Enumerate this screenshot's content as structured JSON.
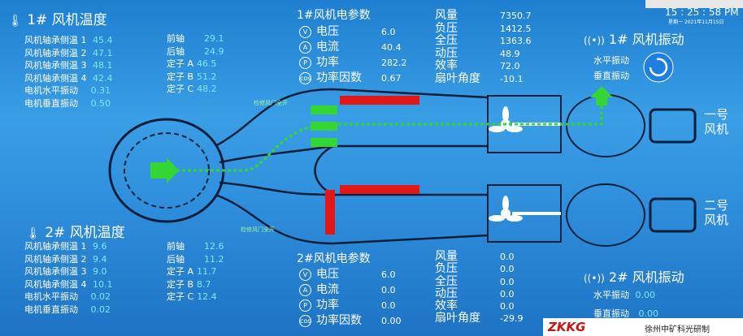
{
  "clock": {
    "time": "15 : 25 : 58  PM",
    "date_prefix": "星期一",
    "date": "2021年11月15日"
  },
  "fan1_temp": {
    "title": "1# 风机温度",
    "rows": [
      {
        "label": "风机轴承侧温 1",
        "value": "45.4"
      },
      {
        "label": "风机轴承侧温 2",
        "value": "47.1"
      },
      {
        "label": "风机轴承侧温 3",
        "value": "48.1"
      },
      {
        "label": "风机轴承侧温 4",
        "value": "42.4"
      },
      {
        "label": "电机水平振动",
        "value": "0.31"
      },
      {
        "label": "电机垂直振动",
        "value": "0.50"
      }
    ],
    "motor": [
      {
        "label": "前轴",
        "value": "29.1"
      },
      {
        "label": "后轴",
        "value": "24.9"
      },
      {
        "label": "定子 A",
        "value": "46.5"
      },
      {
        "label": "定子 B",
        "value": "51.2"
      },
      {
        "label": "定子 C",
        "value": "48.2"
      }
    ]
  },
  "fan2_temp": {
    "title": "2# 风机温度",
    "rows": [
      {
        "label": "风机轴承侧温 1",
        "value": "9.6"
      },
      {
        "label": "风机轴承侧温 2",
        "value": "9.4"
      },
      {
        "label": "风机轴承侧温 3",
        "value": "9.0"
      },
      {
        "label": "风机轴承侧温 4",
        "value": "10.1"
      },
      {
        "label": "电机水平振动",
        "value": "0.02"
      },
      {
        "label": "电机垂直振动",
        "value": "0.02"
      }
    ],
    "motor": [
      {
        "label": "前轴",
        "value": "12.6"
      },
      {
        "label": "后轴",
        "value": "11.2"
      },
      {
        "label": "定子 A",
        "value": "11.7"
      },
      {
        "label": "定子 B",
        "value": "8.7"
      },
      {
        "label": "定子 C",
        "value": "12.4"
      }
    ]
  },
  "fan1_elec": {
    "title": "1#风机电参数",
    "rows": [
      {
        "icon": "V",
        "label": "电压",
        "value": "6.0"
      },
      {
        "icon": "A",
        "label": "电流",
        "value": "40.4"
      },
      {
        "icon": "P",
        "label": "功率",
        "value": "282.2"
      },
      {
        "icon": "cos",
        "label": "功率因数",
        "value": "0.67"
      }
    ],
    "air": [
      {
        "label": "风量",
        "value": "7350.7"
      },
      {
        "label": "负压",
        "value": "1412.5"
      },
      {
        "label": "全压",
        "value": "1363.6"
      },
      {
        "label": "动压",
        "value": "48.9"
      },
      {
        "label": "效率",
        "value": "72.0"
      },
      {
        "label": "扇叶角度",
        "value": "-10.1"
      }
    ]
  },
  "fan2_elec": {
    "title": "2#风机电参数",
    "rows": [
      {
        "icon": "V",
        "label": "电压",
        "value": "6.0"
      },
      {
        "icon": "A",
        "label": "电流",
        "value": "0.0"
      },
      {
        "icon": "P",
        "label": "功率",
        "value": "0.0"
      },
      {
        "icon": "cos",
        "label": "功率因数",
        "value": "0.00"
      }
    ],
    "air": [
      {
        "label": "风量",
        "value": "0.0"
      },
      {
        "label": "负压",
        "value": "0.0"
      },
      {
        "label": "全压",
        "value": "0.0"
      },
      {
        "label": "动压",
        "value": "0.0"
      },
      {
        "label": "效率",
        "value": "0.0"
      },
      {
        "label": "扇叶角度",
        "value": "-29.9"
      }
    ]
  },
  "vibration1": {
    "title": "1# 风机振动",
    "h_label": "水平振动",
    "v_label": "垂直振动"
  },
  "vibration2": {
    "title": "2# 风机振动",
    "h_label": "水平振动",
    "h_value": "0.00",
    "v_label": "垂直振动",
    "v_value": "0.00"
  },
  "diagram": {
    "door1": "检修风门全开",
    "door2": "检修风门全开",
    "fan1_label": "一号\n风机",
    "fan2_label": "二号\n风机"
  },
  "brand": {
    "logo": "ZKKG",
    "text": "徐州中矿科光研制"
  },
  "colors": {
    "running": "#33d633",
    "stopped": "#e01818",
    "accent": "#7fe7ff"
  }
}
